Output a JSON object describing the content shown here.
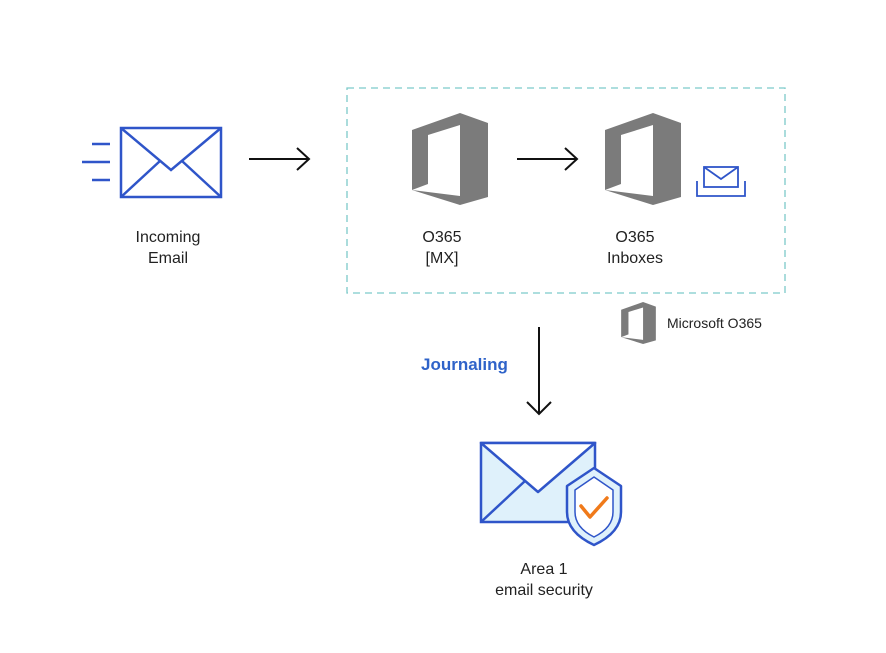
{
  "incoming": {
    "line1": "Incoming",
    "line2": "Email"
  },
  "mx": {
    "line1": "O365",
    "line2": "[MX]"
  },
  "inboxes": {
    "line1": "O365",
    "line2": "Inboxes"
  },
  "microsoft_label": "Microsoft O365",
  "journaling_label": "Journaling",
  "area1": {
    "line1": "Area 1",
    "line2": "email security"
  },
  "icons": {
    "incoming": "envelope-icon",
    "mx": "office-logo-icon",
    "inboxes": "office-logo-icon",
    "inbox_mail": "envelope-tray-icon",
    "microsoft": "office-logo-icon",
    "area1": "shield-check-envelope-icon"
  },
  "colors": {
    "blue": "#2f55c9",
    "journal_blue": "#2f63c9",
    "gray_logo": "#7b7b7b",
    "dash": "#7ccac9",
    "check": "#f07a1a"
  }
}
